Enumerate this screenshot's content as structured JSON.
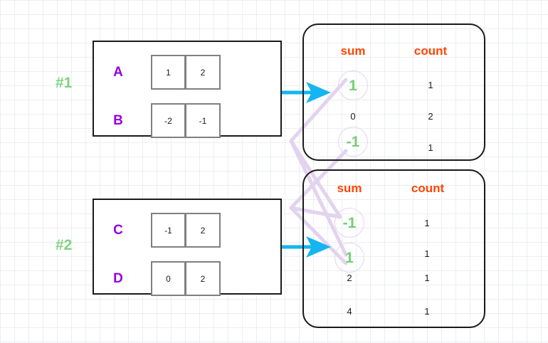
{
  "title": "GroupBy shuffle aggregation diagram",
  "colors": {
    "header_orange": "#ff4500",
    "highlight_green": "#6fcf72",
    "group_label_green": "#7ed47e",
    "row_label_purple": "#9500e0",
    "arrow_cyan": "#14b5f0",
    "link_lavender": "#e2d3ee",
    "box_black": "#1a1a1a",
    "cell_gray": "#808080",
    "grid_gray": "#dfe3e6"
  },
  "groups": [
    {
      "label": "#1",
      "rows": [
        {
          "name": "A",
          "cells": [
            "1",
            "2"
          ]
        },
        {
          "name": "B",
          "cells": [
            "-2",
            "-1"
          ]
        }
      ]
    },
    {
      "label": "#2",
      "rows": [
        {
          "name": "C",
          "cells": [
            "-1",
            "2"
          ]
        },
        {
          "name": "D",
          "cells": [
            "0",
            "2"
          ]
        }
      ]
    }
  ],
  "panels": [
    {
      "headers": [
        "sum",
        "count"
      ],
      "rows": [
        {
          "sum": "1",
          "count": "1",
          "highlight": true
        },
        {
          "sum": "0",
          "count": "2",
          "highlight": false
        },
        {
          "sum": "-1",
          "count": "1",
          "highlight": true
        }
      ]
    },
    {
      "headers": [
        "sum",
        "count"
      ],
      "rows": [
        {
          "sum": "-1",
          "count": "1",
          "highlight": true
        },
        {
          "sum": "1",
          "count": "1",
          "highlight": true
        },
        {
          "sum": "2",
          "count": "1",
          "highlight": false
        },
        {
          "sum": "4",
          "count": "1",
          "highlight": false
        }
      ]
    }
  ],
  "arrows": [
    {
      "name": "group1-to-panel1"
    },
    {
      "name": "group2-to-panel2"
    }
  ]
}
